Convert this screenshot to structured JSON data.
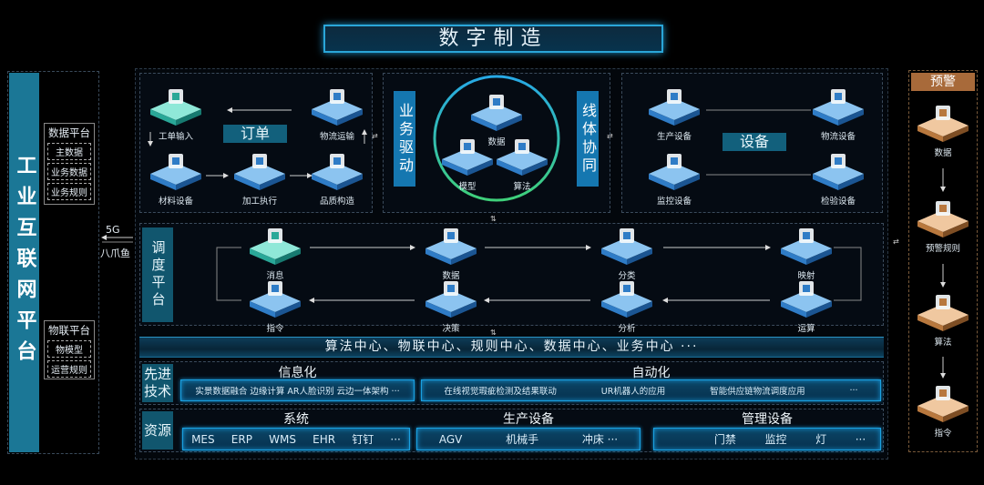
{
  "title": "数字制造",
  "left": {
    "platform": "工业互联网平台",
    "data_platform": {
      "title": "数据平台",
      "items": [
        "主数据",
        "业务数据",
        "业务规则"
      ]
    },
    "iot_platform": {
      "title": "物联平台",
      "items": [
        "物模型",
        "运营规则"
      ]
    },
    "link_top": "5G",
    "link_bottom": "八爪鱼"
  },
  "order": {
    "label": "订单",
    "nodes": [
      "工单输入",
      "物流运输",
      "材料设备",
      "加工执行",
      "品质构造"
    ]
  },
  "center": {
    "left_tag": "业务驱动",
    "right_tag": "线体协同",
    "nodes": [
      "数据",
      "模型",
      "算法"
    ]
  },
  "equipment": {
    "label": "设备",
    "nodes": [
      "生产设备",
      "物流设备",
      "监控设备",
      "检验设备"
    ]
  },
  "dispatch": {
    "label": "调度平台",
    "top": [
      "消息",
      "数据",
      "分类",
      "映射"
    ],
    "bottom": [
      "指令",
      "决策",
      "分析",
      "运算"
    ]
  },
  "centers": "算法中心、物联中心、规则中心、数据中心、业务中心 ···",
  "tech": {
    "label": "先进技术",
    "info": {
      "title": "信息化",
      "items": [
        "实景数据融合 边缘计算 AR人脸识别 云边一体架构 ···"
      ]
    },
    "auto": {
      "title": "自动化",
      "items": [
        "在线视觉瑕疵检测及结果联动",
        "UR机器人的应用",
        "智能供应链物流调度应用",
        "···"
      ]
    }
  },
  "resource": {
    "label": "资源",
    "system": {
      "title": "系统",
      "items": [
        "MES",
        "ERP",
        "WMS",
        "EHR",
        "钉钉",
        "···"
      ]
    },
    "prod": {
      "title": "生产设备",
      "items": [
        "AGV",
        "机械手",
        "冲床 ···"
      ]
    },
    "mgmt": {
      "title": "管理设备",
      "items": [
        "门禁",
        "监控",
        "灯",
        "···"
      ]
    }
  },
  "warning": {
    "title": "预警",
    "nodes": [
      "数据",
      "预警规则",
      "算法",
      "指令"
    ]
  },
  "colors": {
    "accent": "#1aa0e0",
    "teal": "#3fc2b0",
    "blue": "#3a8fd6",
    "orange": "#c98a50"
  }
}
